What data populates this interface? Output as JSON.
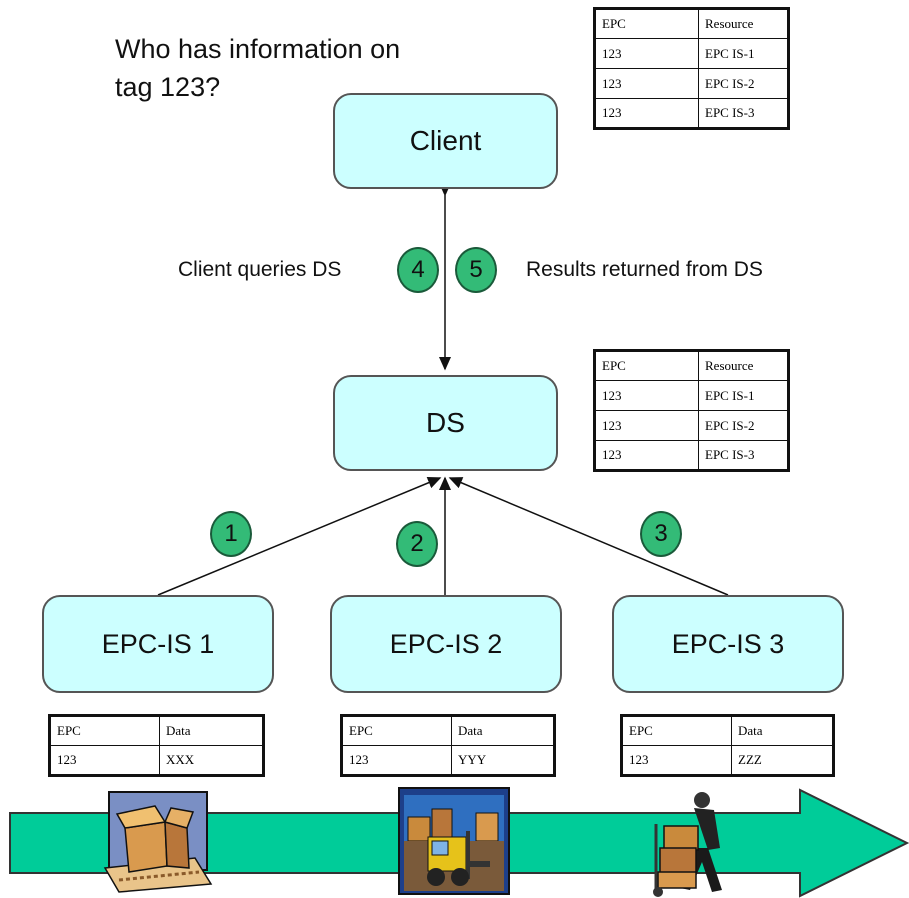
{
  "question": "Who has information on tag 123?",
  "nodes": {
    "client": "Client",
    "ds": "DS",
    "epc_is_1": "EPC-IS 1",
    "epc_is_2": "EPC-IS 2",
    "epc_is_3": "EPC-IS 3"
  },
  "steps": [
    "1",
    "2",
    "3",
    "4",
    "5"
  ],
  "labels": {
    "client_queries": "Client queries DS",
    "results_returned": "Results returned from DS"
  },
  "client_table": {
    "headers": [
      "EPC",
      "Resource"
    ],
    "rows": [
      [
        "123",
        "EPC IS-1"
      ],
      [
        "123",
        "EPC IS-2"
      ],
      [
        "123",
        "EPC IS-3"
      ]
    ]
  },
  "ds_table": {
    "headers": [
      "EPC",
      "Resource"
    ],
    "rows": [
      [
        "123",
        "EPC IS-1"
      ],
      [
        "123",
        "EPC IS-2"
      ],
      [
        "123",
        "EPC IS-3"
      ]
    ]
  },
  "epc_tables": [
    {
      "headers": [
        "EPC",
        "Data"
      ],
      "rows": [
        [
          "123",
          "XXX"
        ]
      ]
    },
    {
      "headers": [
        "EPC",
        "Data"
      ],
      "rows": [
        [
          "123",
          "YYY"
        ]
      ]
    },
    {
      "headers": [
        "EPC",
        "Data"
      ],
      "rows": [
        [
          "123",
          "ZZZ"
        ]
      ]
    }
  ],
  "colors": {
    "node_fill": "#ccffff",
    "step_fill": "#33bb77",
    "arrow_fill": "#00cc99"
  },
  "icons": [
    "package-icon",
    "forklift-warehouse-icon",
    "delivery-worker-icon"
  ]
}
